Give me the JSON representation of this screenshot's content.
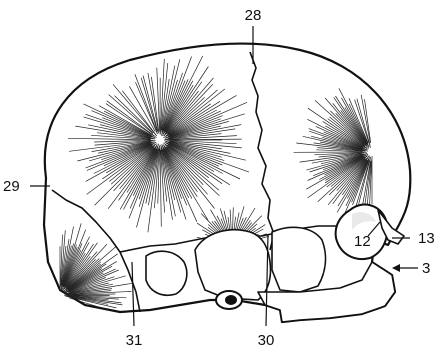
{
  "labels": {
    "top": "28",
    "left": "29",
    "right_upper": "13",
    "right_lower": "3",
    "orbit": "12",
    "bottom_left": "31",
    "bottom_center": "30"
  }
}
